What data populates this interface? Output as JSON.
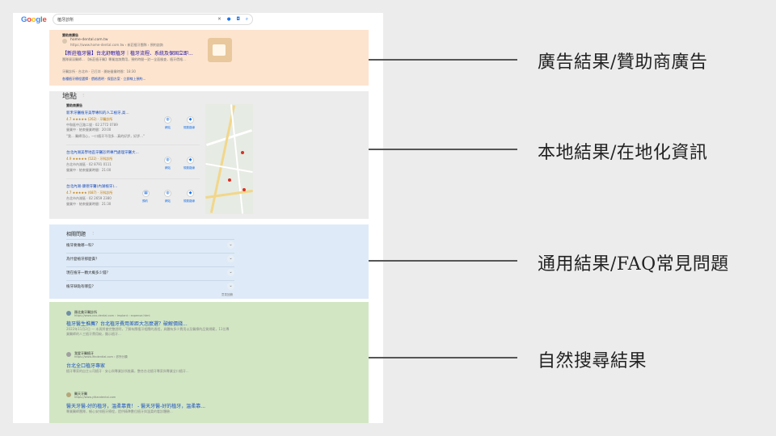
{
  "google": {
    "logo_letters": [
      "G",
      "o",
      "o",
      "g",
      "l",
      "e"
    ],
    "logo_colors": [
      "#4285F4",
      "#EA4335",
      "#FBBC05",
      "#4285F4",
      "#34A853",
      "#EA4335"
    ],
    "query": "植牙診所",
    "icons": [
      "close-icon",
      "mic-icon",
      "camera-icon",
      "search-icon"
    ]
  },
  "ad": {
    "section_label": "贊助商廣告",
    "site": "home-dental.com.tw",
    "url": "https://www.home-dental.com.tw › 新莊植牙團隊 › 預約諮詢",
    "title": "【新莊植牙醫】台北舒眠植牙｜植牙流程、系統及保固立即...",
    "snippet1": "團隊資深醫師... 【新莊植牙醫】專業諮詢費用，預約時間一對一全面檢查，植牙價格...",
    "snippet2": "牙醫診所 · 台北市 · 已打烊 · 開始營業時間：18:30",
    "snippet3": "各種植牙療程選擇 · 價格透明 · 保固方案 · 立即線上預約..."
  },
  "local": {
    "heading": "地點",
    "subheading": "贊助商廣告",
    "listings": [
      {
        "name": "新禾牙醫植牙美學專科的人工植牙,高...",
        "rating": "4.7 ★★★★★ (262) · 牙醫診所",
        "address": "中和區中正路二號 · 02 2772 0789",
        "hours": "營業中 · 結束營業時間：20:00",
        "note": "\"我… 醫師用心，一口植牙不用多…真的好評，好評…\""
      },
      {
        "name": "台北內湖美學地區牙醫診所專門處理牙醫大...",
        "rating": "4.9 ★★★★★ (522) · 牙科診所",
        "address": "台北市內湖區 · 02 8791 0111",
        "hours": "營業中 · 結束營業時間：21:00",
        "note": ""
      },
      {
        "name": "台北內湖-康德牙醫(內湖植牙)...",
        "rating": "4.7 ★★★★★ (687) · 牙科診所",
        "address": "台北市內湖區 · 02 2659 2380",
        "hours": "營業中 · 結束營業時間：21:30",
        "note": ""
      }
    ],
    "website_label": "網站",
    "directions_label": "規劃路線",
    "booking_label": "預約"
  },
  "faq": {
    "heading": "相關問題",
    "questions": [
      "植牙要做哪一科？",
      "為什麼植牙那麼貴？",
      "現在植牙一顆大概多少錢？",
      "植牙缺點有哪些？"
    ],
    "footer": "意見回饋"
  },
  "organic": {
    "results": [
      {
        "site": "顏北美牙醫診所",
        "url": "https://www.xxx-dental.com › implant › expense.html",
        "title": "植牙醫生推薦？台北植牙費用差距大怎麼選？破解價錢...",
        "snippet": "2022年11月2日 — 本頁將會完整說明，了解有關植牙相關的過程，具體有多少費用以及醫療的品質規範，11位專業醫師的人工植牙費用較，顯示植牙..."
      },
      {
        "site": "我愛牙醫植牙",
        "url": "https://www.ifindential.com › 診所分類",
        "title": "台北全口植牙專家",
        "snippet": "植牙專家的自主公司植牙 · 安心與專業診所推薦，整合台北植牙專家與專業全口植牙..."
      },
      {
        "site": "醫天牙醫",
        "url": "https://www.yitiandental.com",
        "title": "醫天牙醫-好的植牙，溫柔靠責！ - 醫天牙醫-好的植牙，溫柔靠...",
        "snippet": "專業醫師團隊，細心安排植牙療程，提供精準數位植牙與溫柔的看診體驗..."
      }
    ]
  },
  "annotations": [
    "廣告結果/贊助商廣告",
    "本地結果/在地化資訊",
    "通用結果/FAQ常見問題",
    "自然搜尋結果"
  ]
}
